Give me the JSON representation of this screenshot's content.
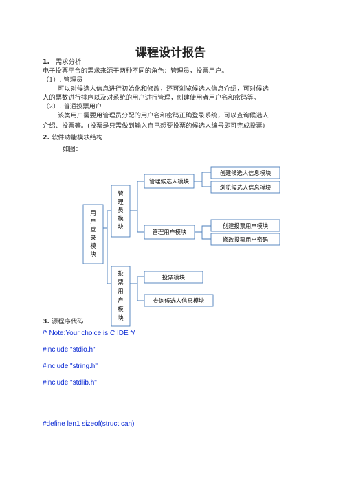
{
  "title": "课程设计报告",
  "section1": {
    "number": "1.",
    "heading": "需求分析",
    "intro": "电子投票平台的需求来源于两种不同的角色：管理员，投票用户。",
    "sub1_heading": "（1）. 管理员",
    "sub1_line1": "可以对候选人信息进行初始化和修改，还可浏览候选人信息介绍，可对候选",
    "sub1_line2": "人的票数进行排序以及对系统的用户进行管理，创建使用者用户名和密码等。",
    "sub2_heading": "（2）. 普通投票用户",
    "sub2_line1": "该类用户需要用管理员分配的用户名和密码正确登录系统，可以查询候选人",
    "sub2_line2": "介绍、投票等。(投票是只需做到输入自己想要投票的候选人编号即可完成投票)"
  },
  "section2": {
    "number": "2.",
    "heading": "软件功能模块结构",
    "caption": "如图："
  },
  "diagram": {
    "root": "用户登录模块",
    "admin": "管理员模块",
    "voter": "投票用户模块",
    "manage_candidates": "管理候选人模块",
    "manage_users": "管理用户模块",
    "create_candidate": "创建候选人信息模块",
    "browse_candidate": "浏览候选人信息模块",
    "create_voter": "创建投票用户模块",
    "modify_password": "修改投票用户密码",
    "vote": "投票模块",
    "query_candidate": "查询候选人信息模块",
    "line_color": "#4a7ebb"
  },
  "section3": {
    "number": "3.",
    "heading": "源程序代码"
  },
  "code": {
    "line1": "/* Note:Your choice is C IDE */",
    "line2": "#include \"stdio.h\"",
    "line3": "#include \"string.h\"",
    "line4": "#include \"stdlib.h\"",
    "line5": "#define len1 sizeof(struct can)"
  }
}
